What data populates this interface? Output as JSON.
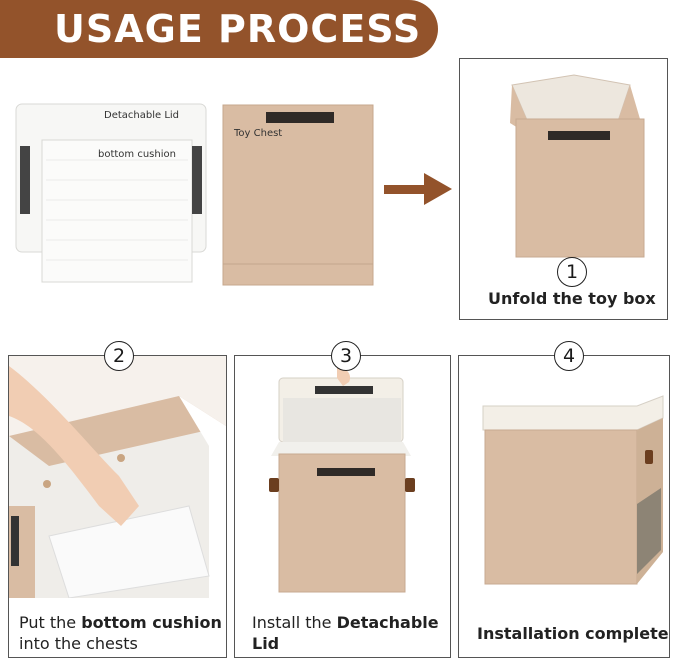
{
  "banner": {
    "title": "USAGE PROCESS",
    "color": "#93532b"
  },
  "parts": {
    "lid_label": "Detachable Lid",
    "cushion_label": "bottom cushion",
    "chest_label": "Toy Chest"
  },
  "steps": [
    {
      "number": "1",
      "text": "Unfold the toy box"
    },
    {
      "number": "2",
      "text_pre": "Put the ",
      "text_bold": "bottom cushion",
      "text_post": "into the chests"
    },
    {
      "number": "3",
      "text_pre": "Install the ",
      "text_bold": "Detachable",
      "text_post": "Lid"
    },
    {
      "number": "4",
      "text_bold": "Installation complete"
    }
  ],
  "colors": {
    "felt": "#d9bca3",
    "cream": "#f4f1ea",
    "arrow": "#93532b"
  }
}
